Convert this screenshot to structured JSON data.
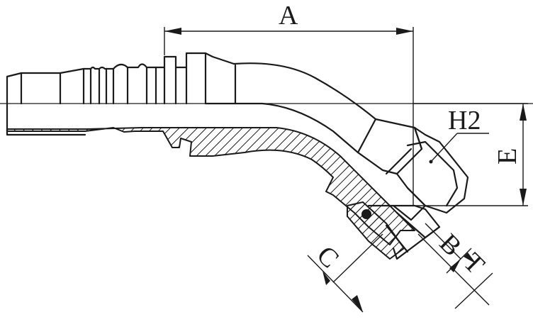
{
  "labels": {
    "A": "A",
    "E": "E",
    "H2": "H2",
    "B": "B",
    "C": "C",
    "T": "T"
  },
  "colors": {
    "line": "#1a1a1a",
    "background": "#ffffff"
  }
}
